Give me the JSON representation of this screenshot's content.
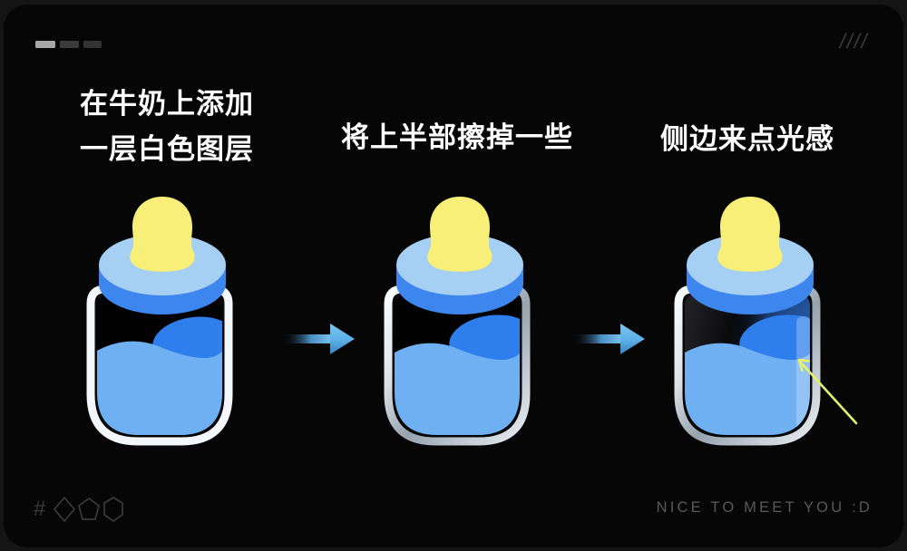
{
  "slide": {
    "slashes": "////",
    "progress_dashes": [
      "light",
      "dark",
      "dark"
    ],
    "footer": {
      "hash": "#",
      "shape_icons": [
        "diamond",
        "pentagon",
        "hexagon"
      ],
      "right_text": "NICE TO MEET YOU :D"
    }
  },
  "steps": [
    {
      "line1": "在牛奶上添加",
      "line2": "一层白色图层"
    },
    {
      "title": "将上半部擦掉一些"
    },
    {
      "title": "侧边来点光感"
    }
  ],
  "colors": {
    "canvas_background": "#141414",
    "slide_background": "#060606",
    "heading_text": "#ffffff",
    "liquid_light": "#6fb0f2",
    "liquid_dark": "#2f7eed",
    "cap_side": "#3c86ee",
    "cap_top": "#a6cff4",
    "teat_yellow": "#f7ef78",
    "glass_white": "#f3f7fb",
    "glass_silver": "#aeb8c2",
    "arrow_blue": "#5fb2e9",
    "annotation_yellow": "#e6f06d",
    "footer_text": "#5a5a5a",
    "deco_gray": "#3a3a3a"
  }
}
